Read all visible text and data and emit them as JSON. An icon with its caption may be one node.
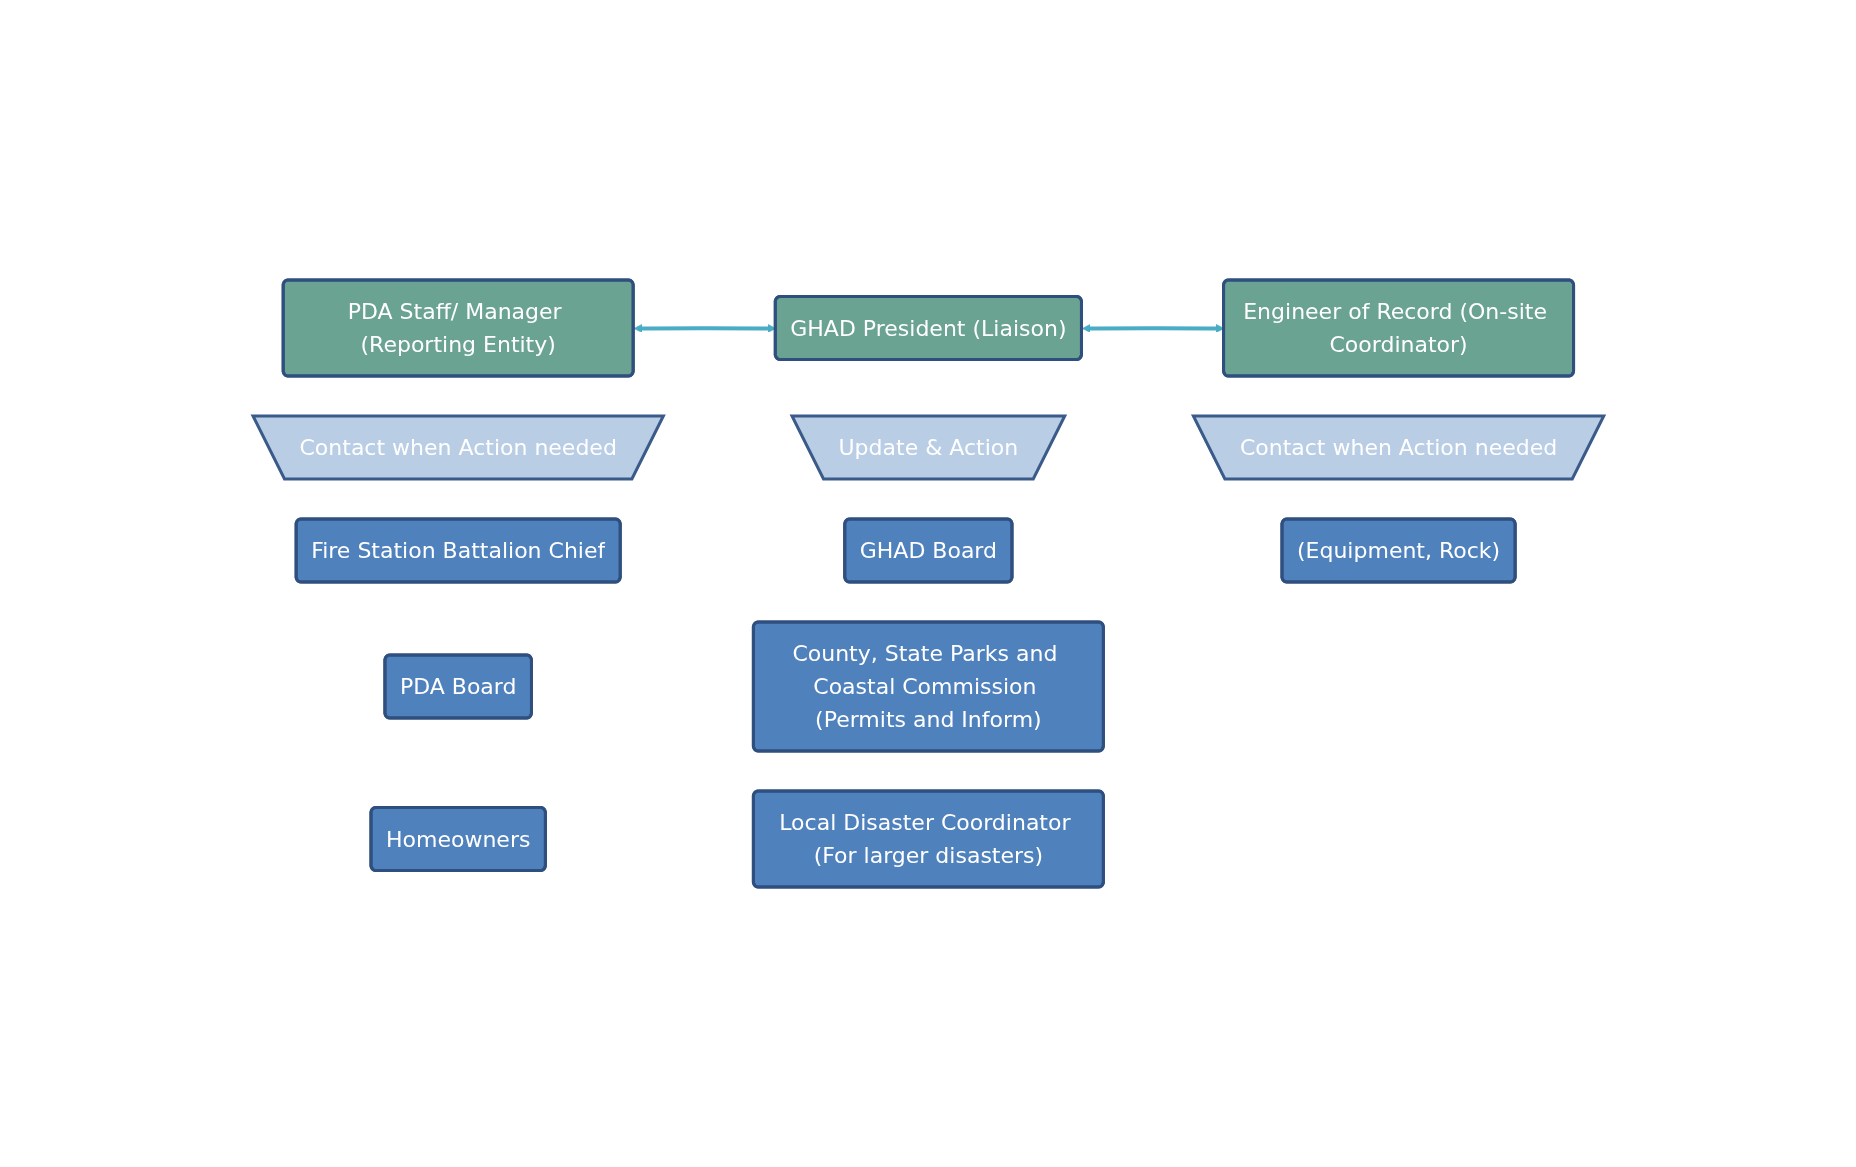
{
  "diagram": {
    "nodes": [
      {
        "text": [
          "PDA Staff/ Manager (Reporting Entity)"
        ]
      },
      {
        "text": [
          "GHAD President (Liaison)"
        ]
      },
      {
        "text": [
          "Engineer of Record (On-site Coordinator)"
        ]
      },
      {
        "text": [
          "Contact when Action needed"
        ]
      },
      {
        "text": [
          "Update & Action"
        ]
      },
      {
        "text": [
          "Contact when Action needed"
        ]
      },
      {
        "text": [
          "GHAD Board"
        ]
      },
      {
        "text": [
          "Fire Station Battalion Chief"
        ]
      },
      {
        "text": [
          "PDA Board"
        ]
      },
      {
        "text": [
          "Homeowners"
        ]
      },
      {
        "text": [
          "(Equipment, Rock)"
        ]
      },
      {
        "text": [
          "County, State Parks and Coastal Commission (Permits and Inform)"
        ]
      },
      {
        "text": [
          "Local Disaster Coordinator (For larger disasters)"
        ]
      }
    ],
    "edges": [
      {
        "from": 0,
        "to": 1,
        "arrow": "both"
      },
      {
        "from": 1,
        "to": 2,
        "arrow": "both"
      }
    ]
  }
}
